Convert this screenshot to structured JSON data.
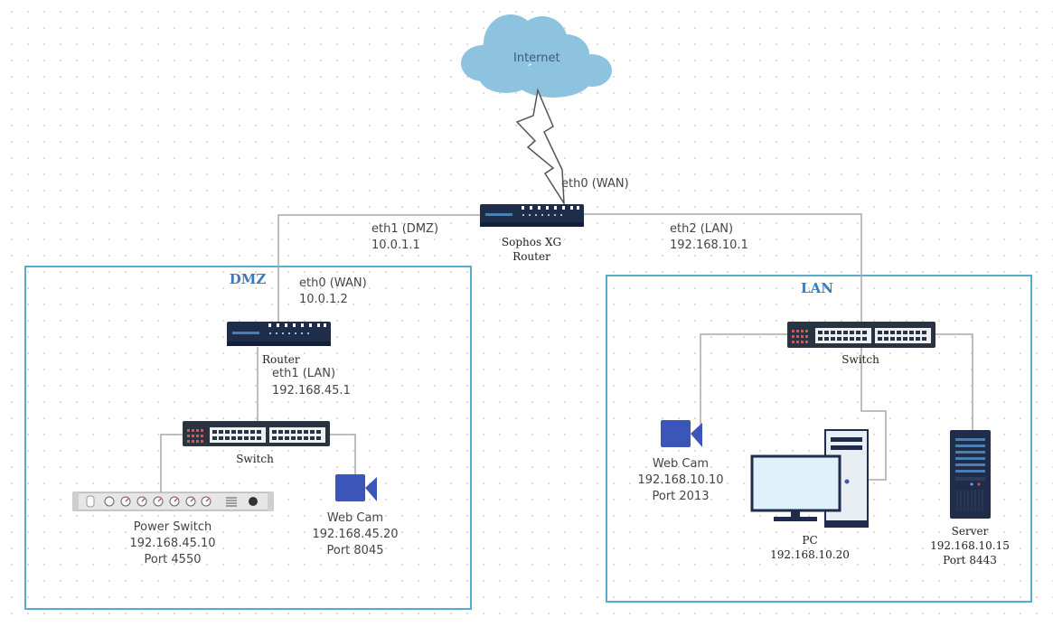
{
  "internet": {
    "label": "Internet"
  },
  "sophos": {
    "name_line1": "Sophos XG",
    "name_line2": "Router"
  },
  "links": {
    "wan": "eth0 (WAN)",
    "dmz_if": "eth1 (DMZ)",
    "dmz_ip": "10.0.1.1",
    "lan_if": "eth2 (LAN)",
    "lan_ip": "192.168.10.1"
  },
  "dmz": {
    "title": "DMZ",
    "router": {
      "label": "Router",
      "wan_if": "eth0 (WAN)",
      "wan_ip": "10.0.1.2",
      "lan_if": "eth1 (LAN)",
      "lan_ip": "192.168.45.1"
    },
    "switch": {
      "label": "Switch"
    },
    "power_switch": {
      "name": "Power Switch",
      "ip": "192.168.45.10",
      "port": "Port 4550"
    },
    "webcam": {
      "name": "Web Cam",
      "ip": "192.168.45.20",
      "port": "Port 8045"
    }
  },
  "lan": {
    "title": "LAN",
    "switch": {
      "label": "Switch"
    },
    "webcam": {
      "name": "Web Cam",
      "ip": "192.168.10.10",
      "port": "Port 2013"
    },
    "pc": {
      "name": "PC",
      "ip": "192.168.10.20"
    },
    "server": {
      "name": "Server",
      "ip": "192.168.10.15",
      "port": "Port 8443"
    }
  },
  "colors": {
    "zone_border": "#5aaccc",
    "zone_title": "#3a7bbd",
    "connector": "#a8a8a8",
    "cloud": "#8ec3e0",
    "device_navy": "#1f2d4a",
    "camera": "#3b55b8"
  }
}
